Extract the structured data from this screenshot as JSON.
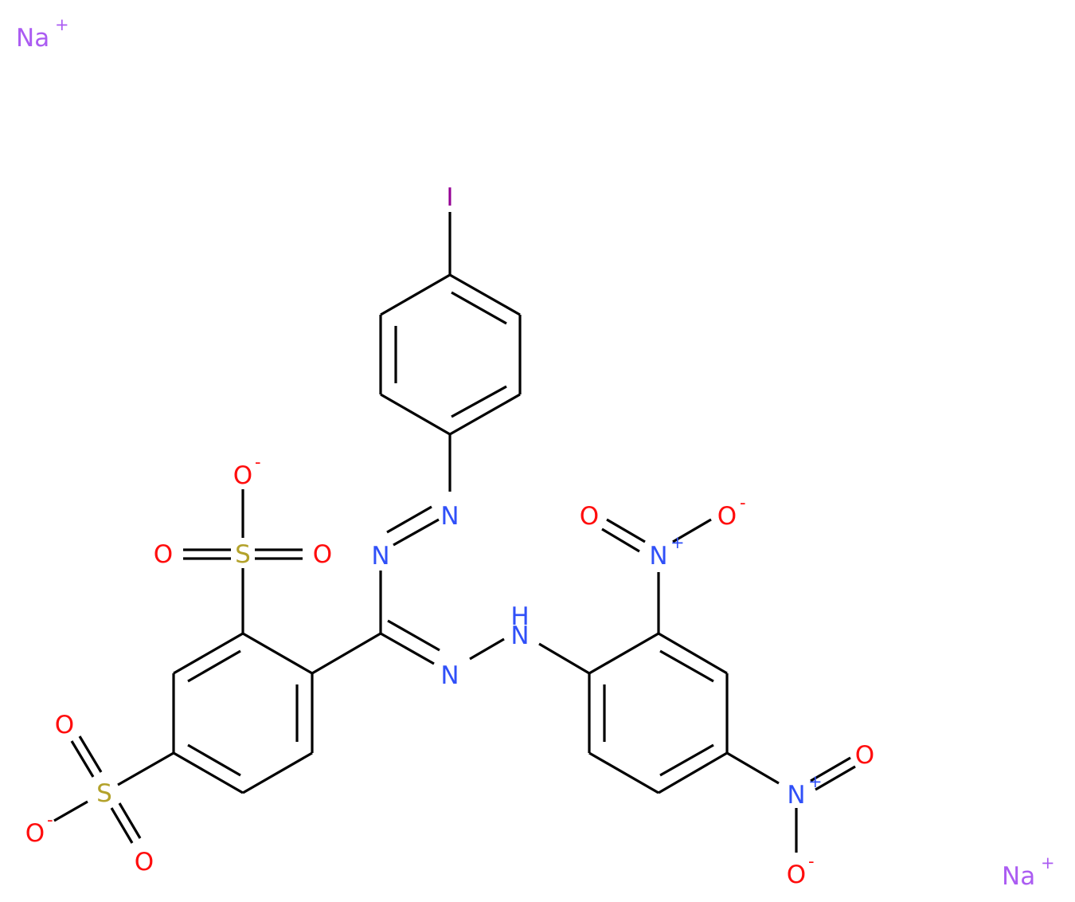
{
  "colors": {
    "carbon_bond": "#000000",
    "oxygen": "#ff0d0d",
    "nitrogen": "#3050f8",
    "sulfur": "#b3a22b",
    "iodine": "#940094",
    "sodium": "#ab5cf2"
  },
  "atoms": {
    "na1": "Na",
    "na1_charge": "+",
    "na2": "Na",
    "na2_charge": "+",
    "iodine": "I",
    "n_azo_upper": "N",
    "n_azo_lower": "N",
    "n_hydrazone": "N",
    "nh_n": "N",
    "nh_h": "H",
    "s_top": "S",
    "s_bottom": "S",
    "o_s1_minus": "O",
    "o_s1_minus_charge": "-",
    "o_s1_left": "O",
    "o_s1_right": "O",
    "o_s2_top": "O",
    "o_s2_minus": "O",
    "o_s2_minus_charge": "-",
    "o_s2_bottom": "O",
    "n_nitro1": "N",
    "n_nitro1_charge": "+",
    "o_nitro1_left": "O",
    "o_nitro1_minus": "O",
    "o_nitro1_minus_charge": "-",
    "n_nitro2": "N",
    "n_nitro2_charge": "+",
    "o_nitro2_right": "O",
    "o_nitro2_minus": "O",
    "o_nitro2_minus_charge": "-"
  }
}
